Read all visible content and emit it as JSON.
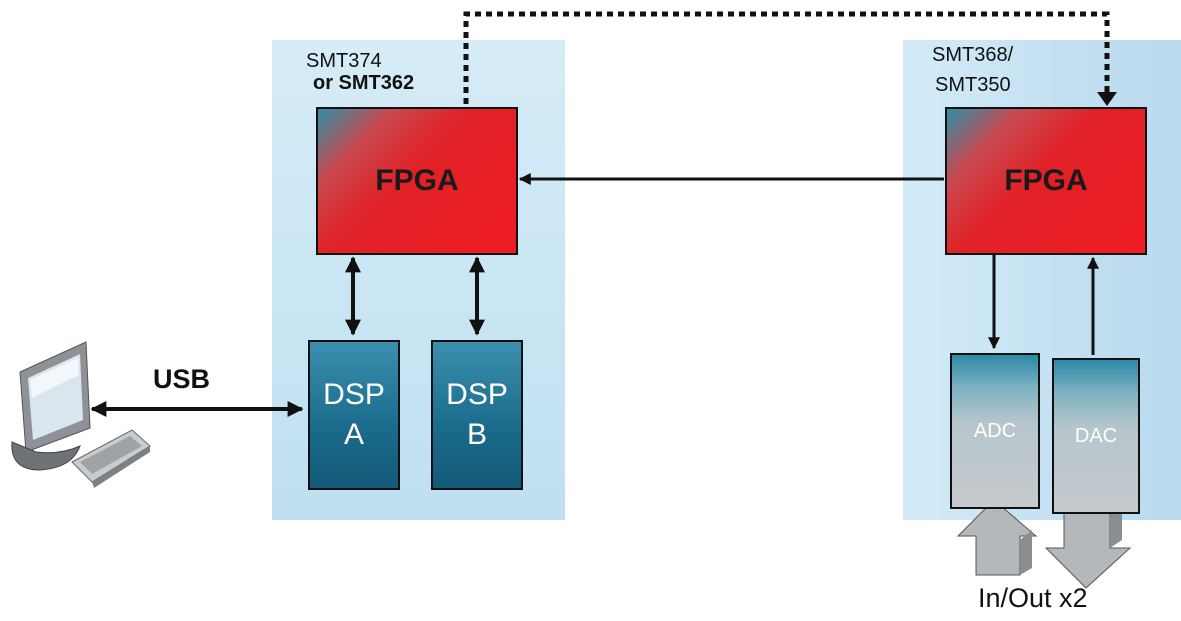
{
  "diagram": {
    "left_board": {
      "name_line1": "SMT374",
      "name_line2": "or SMT362",
      "fpga_label": "FPGA"
    },
    "right_board": {
      "name_line1": "SMT368/",
      "name_line2": "SMT350",
      "fpga_label": "FPGA"
    },
    "dsp_a": {
      "line1": "DSP",
      "line2": "A"
    },
    "dsp_b": {
      "line1": "DSP",
      "line2": "B"
    },
    "adc_label": "ADC",
    "dac_label": "DAC",
    "usb_label": "USB",
    "io_label": "In/Out x2",
    "colors": {
      "fpga": "#e8232a",
      "dsp": "#1d6d8e",
      "panel": "#cfe8f5",
      "converter": "#c0c8cc"
    }
  }
}
